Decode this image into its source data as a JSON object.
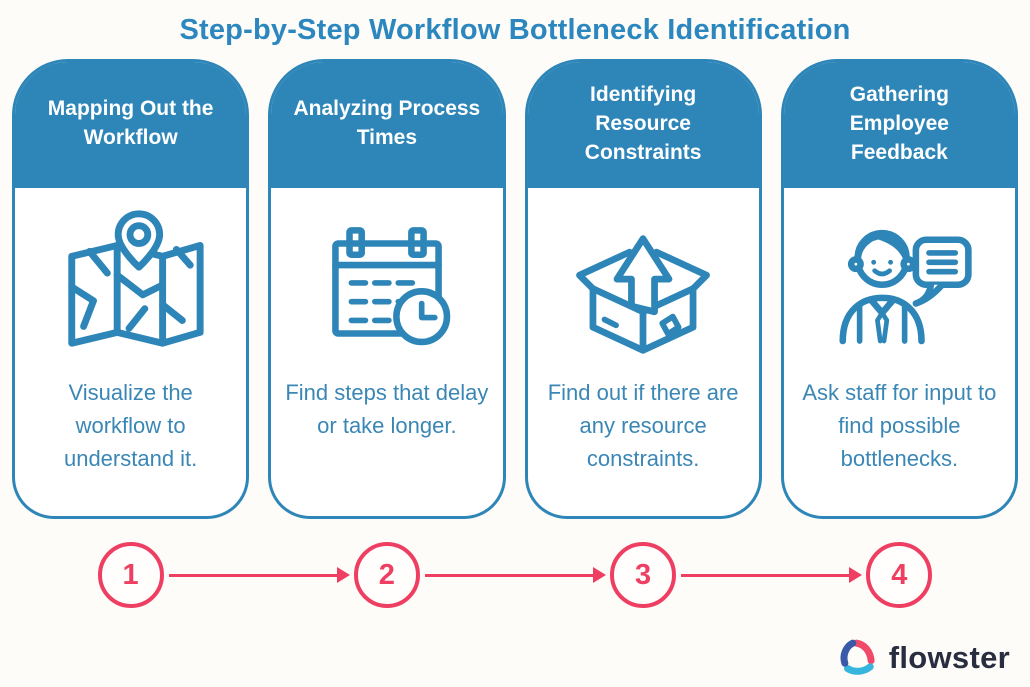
{
  "title": "Step-by-Step Workflow Bottleneck Identification",
  "colors": {
    "blue": "#2e86b8",
    "title_blue": "#2c87be",
    "pink": "#ee3e62",
    "navy": "#282d40",
    "logo_cyan": "#36b6dd",
    "logo_blue": "#3a5aa9",
    "logo_pink": "#f04a68"
  },
  "steps": [
    {
      "number": "1",
      "heading": "Mapping Out the Workflow",
      "description": "Visualize the workflow to understand it.",
      "icon": "map-location-icon"
    },
    {
      "number": "2",
      "heading": "Analyzing Process Times",
      "description": "Find steps that delay or take longer.",
      "icon": "calendar-clock-icon"
    },
    {
      "number": "3",
      "heading": "Identifying Resource Constraints",
      "description": "Find out if there are any resource constraints.",
      "icon": "open-box-arrow-icon"
    },
    {
      "number": "4",
      "heading": "Gathering Employee Feedback",
      "description": "Ask staff for input to find possible bottlenecks.",
      "icon": "person-speech-bubble-icon"
    }
  ],
  "footer": {
    "brand": "flowster"
  }
}
